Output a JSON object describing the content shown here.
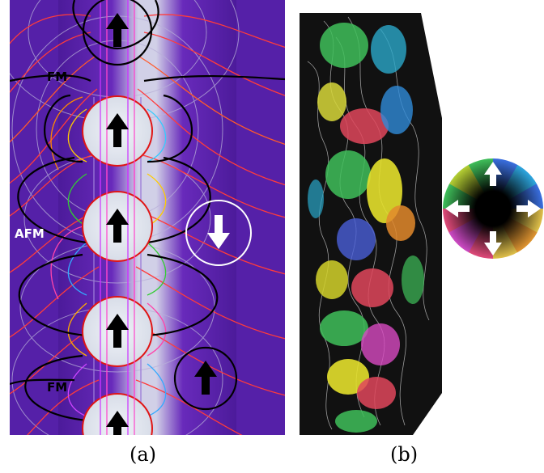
{
  "panel_a": {
    "labels": {
      "fm_top": "FM",
      "afm": "AFM",
      "fm_bottom": "FM"
    },
    "background_color": "#5a1fa6",
    "core_color": "#e8ecf2"
  },
  "panel_b": {
    "background_color": "#101010"
  },
  "captions": {
    "a": "(a)",
    "b": "(b)"
  }
}
